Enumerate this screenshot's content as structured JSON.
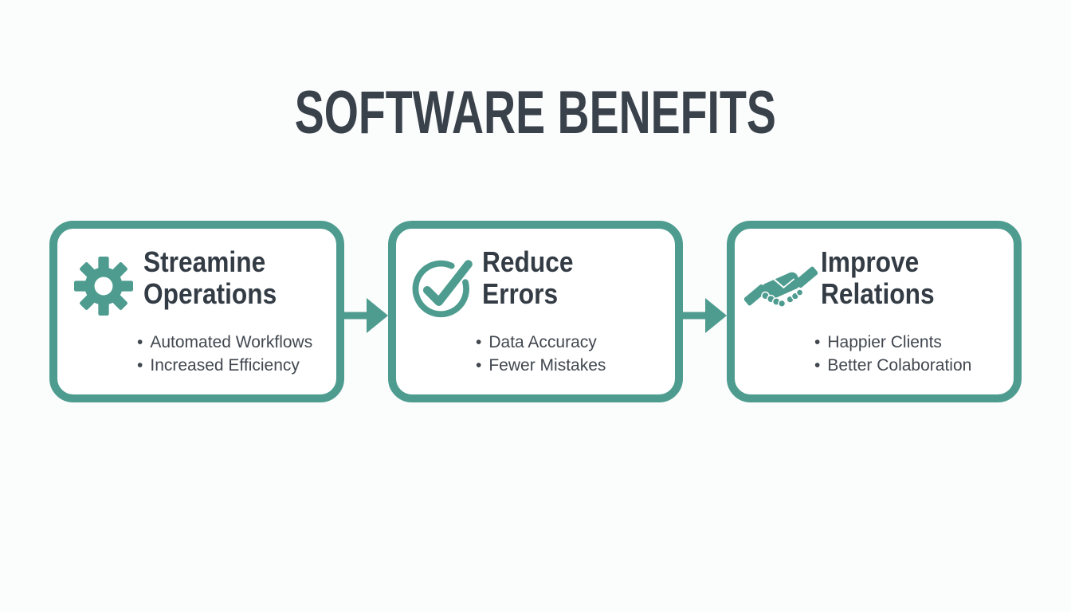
{
  "title": "SOFTWARE BENEFITS",
  "bullet_char": "•",
  "colors": {
    "accent": "#4e9c8f",
    "title": "#39414b",
    "heading": "#333b44",
    "body": "#41474f",
    "background": "#fbfcfc",
    "card-bg": "#ffffff"
  },
  "cards": [
    {
      "icon": "gear-icon",
      "heading_lines": [
        "Streamine",
        "Operations"
      ],
      "bullets": [
        "Automated Workflows",
        "Increased Efficiency"
      ]
    },
    {
      "icon": "check-circle-icon",
      "heading_lines": [
        "Reduce",
        "Errors"
      ],
      "bullets": [
        "Data Accuracy",
        "Fewer Mistakes"
      ]
    },
    {
      "icon": "handshake-icon",
      "heading_lines": [
        "Improve",
        "Relations"
      ],
      "bullets": [
        "Happier Clients",
        "Better Colaboration"
      ]
    }
  ],
  "connectors": [
    {
      "icon": "arrow-right-icon"
    },
    {
      "icon": "arrow-right-icon"
    }
  ]
}
